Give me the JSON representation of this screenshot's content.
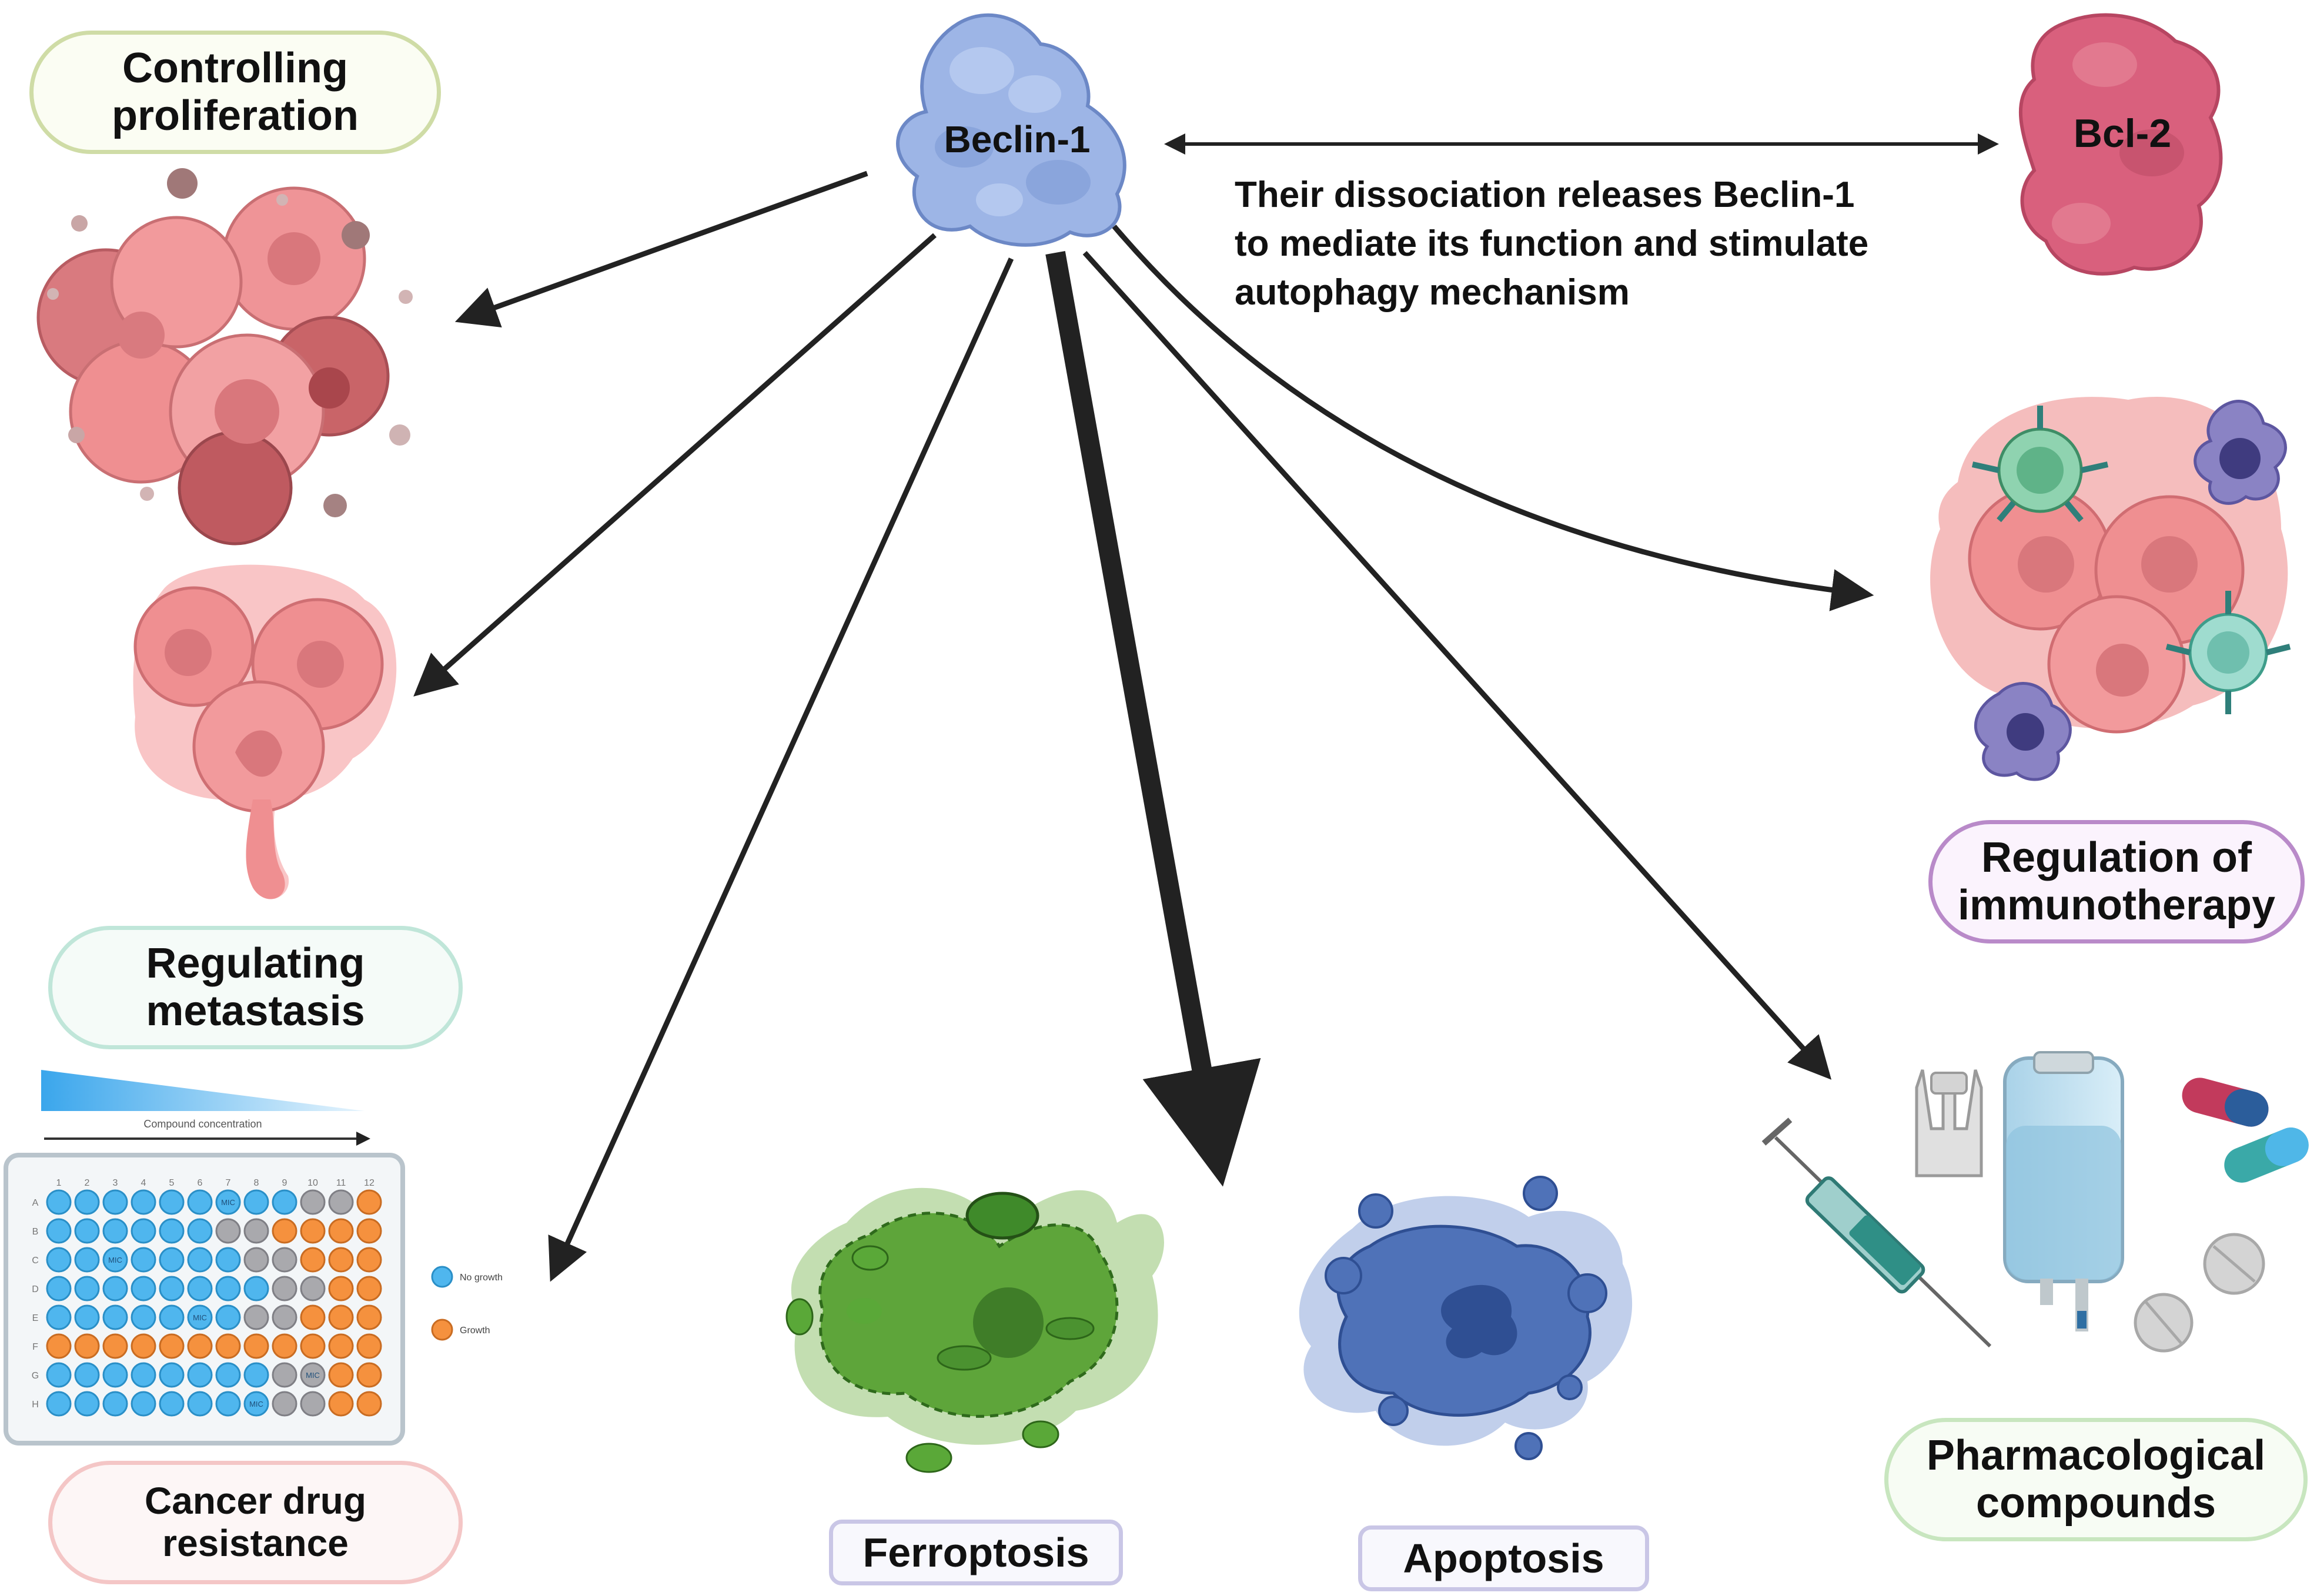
{
  "central": {
    "label": "Beclin-1"
  },
  "partner": {
    "label": "Bcl-2"
  },
  "interaction_note": {
    "lines": [
      "Their dissociation releases Beclin-1",
      "to mediate its function and stimulate",
      "autophagy mechanism"
    ]
  },
  "outcomes": {
    "proliferation": {
      "lines": [
        "Controlling",
        "proliferation"
      ]
    },
    "metastasis": {
      "lines": [
        "Regulating",
        "metastasis"
      ]
    },
    "drug_resistance": {
      "lines": [
        "Cancer drug",
        "resistance"
      ]
    },
    "ferroptosis": {
      "label": "Ferroptosis"
    },
    "apoptosis": {
      "label": "Apoptosis"
    },
    "pharmacological": {
      "lines": [
        "Pharmacological",
        "compounds"
      ]
    },
    "immunotherapy": {
      "lines": [
        "Regulation of",
        "immunotherapy"
      ]
    }
  },
  "plate": {
    "axis_label": "Compound concentration",
    "columns": [
      "1",
      "2",
      "3",
      "4",
      "5",
      "6",
      "7",
      "8",
      "9",
      "10",
      "11",
      "12"
    ],
    "rows": [
      "A",
      "B",
      "C",
      "D",
      "E",
      "F",
      "G",
      "H"
    ],
    "mic_label": "MIC",
    "legend": {
      "no_growth": "No growth",
      "growth": "Growth"
    }
  },
  "colors": {
    "beclin": "#9db5e6",
    "bcl2": "#d9607d",
    "tumor": "#ef8f91",
    "ferroptosis": "#5ea53a",
    "apoptosis": "#4f72b8",
    "no_growth_well": "#4fb6ee",
    "growth_well": "#f5913e",
    "arrow": "#222222"
  }
}
